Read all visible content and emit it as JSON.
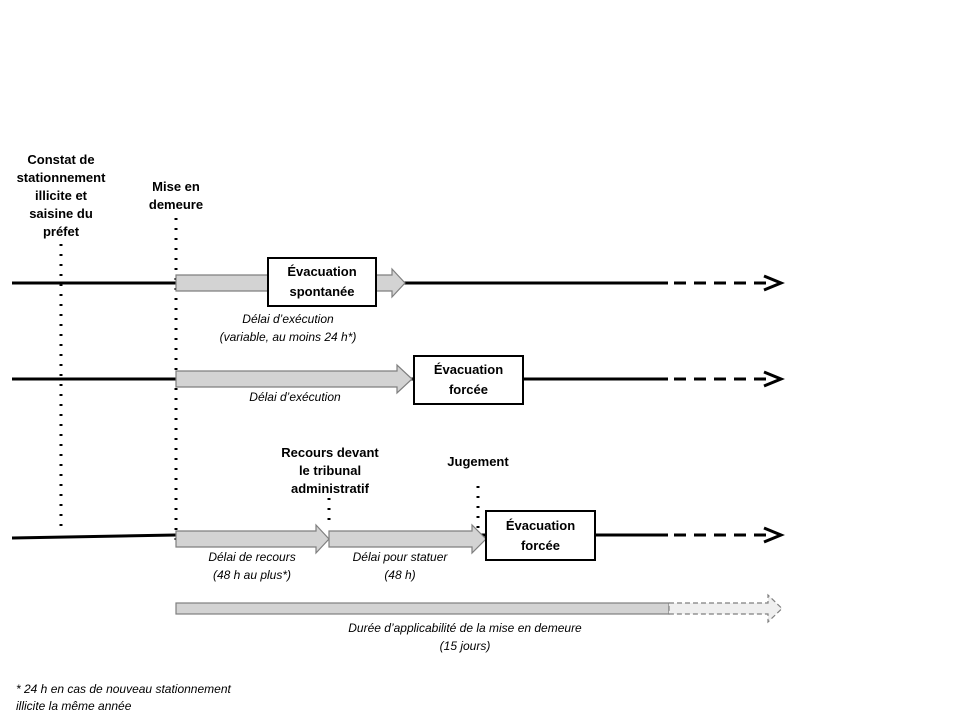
{
  "labels": {
    "constat": "Constat de\nstationnement\nillicite et\nsaisine du\npréfet",
    "mise_en_demeure": "Mise en\ndemeure",
    "recours": "Recours devant\nle tribunal\nadministratif",
    "jugement": "Jugement"
  },
  "boxes": {
    "spontanee": "Évacuation\nspontanée",
    "forcee_1": "Évacuation\nforcée",
    "forcee_2": "Évacuation\nforcée"
  },
  "delays": {
    "execution_1": "Délai d’exécution\n(variable, au moins 24 h*)",
    "execution_2": "Délai d’exécution",
    "recours": "Délai de recours\n(48 h au plus*)",
    "statuer": "Délai pour statuer\n(48 h)",
    "duree": "Durée d’applicabilité de la mise en demeure\n(15 jours)"
  },
  "footnote": "* 24 h en cas de nouveau stationnement\nillicite la même année",
  "colors": {
    "line": "#000000",
    "arrow_fill": "#d3d3d3",
    "arrow_stroke": "#7f7f7f"
  }
}
